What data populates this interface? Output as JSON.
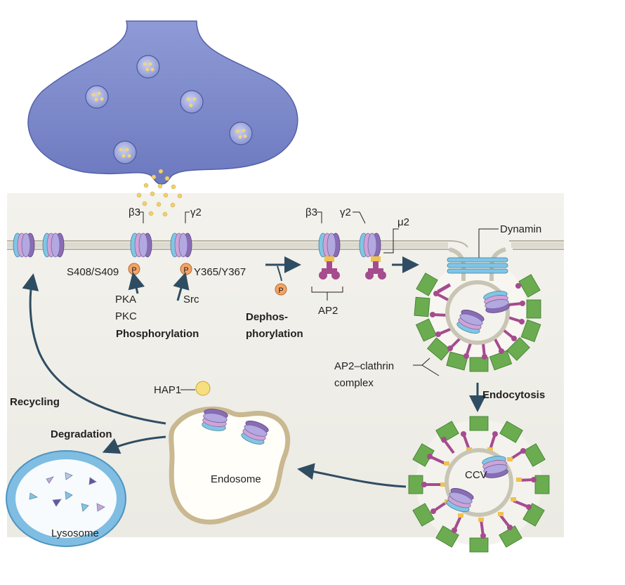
{
  "labels": {
    "beta3_a": "β3",
    "gamma2_a": "γ2",
    "beta3_b": "β3",
    "gamma2_b": "γ2",
    "mu2": "μ2",
    "dynamin": "Dynamin",
    "s408": "S408/S409",
    "y365": "Y365/Y367",
    "pka": "PKA",
    "pkc": "PKC",
    "src": "Src",
    "phosphorylation": "Phosphorylation",
    "dephos_1": "Dephos-",
    "dephos_2": "phorylation",
    "ap2": "AP2",
    "ap2_clathrin_1": "AP2–clathrin",
    "ap2_clathrin_2": "complex",
    "endocytosis": "Endocytosis",
    "recycling": "Recycling",
    "degradation": "Degradation",
    "hap1": "HAP1",
    "endosome": "Endosome",
    "lysosome": "Lysosome",
    "ccv": "CCV",
    "p_mark": "P"
  },
  "colors": {
    "presynaptic": "#7f8ccc",
    "membrane_band": "#ecebe4",
    "clathrin": "#5aa24a",
    "ap2": "#a64b8e",
    "arrow": "#2f4d62",
    "lysosome": "#76b8df",
    "endosome": "#c9b890",
    "phospho": "#f3a468"
  }
}
